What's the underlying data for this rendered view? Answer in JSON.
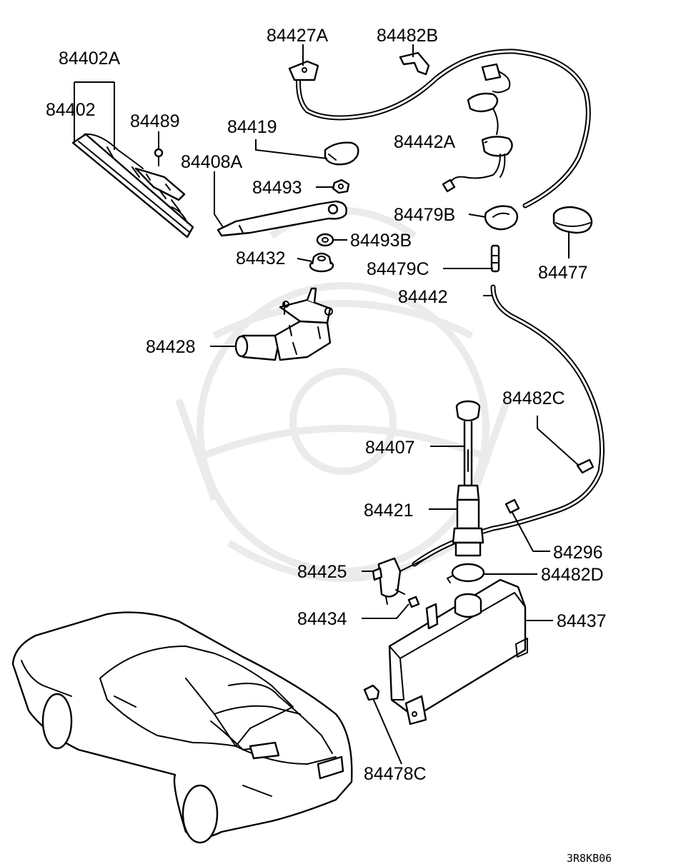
{
  "diagram": {
    "labels": {
      "p84402A": "84402A",
      "p84402": "84402",
      "p84489": "84489",
      "p84419": "84419",
      "p84408A": "84408A",
      "p84493": "84493",
      "p84493B": "84493B",
      "p84432": "84432",
      "p84427A": "84427A",
      "p84482B": "84482B",
      "p84442A": "84442A",
      "p84479B": "84479B",
      "p84479C": "84479C",
      "p84477": "84477",
      "p84442": "84442",
      "p84428": "84428",
      "p84482C": "84482C",
      "p84407": "84407",
      "p84421": "84421",
      "p84296": "84296",
      "p84425": "84425",
      "p84482D": "84482D",
      "p84434": "84434",
      "p84437": "84437",
      "p84478C": "84478C"
    },
    "code": "3R8KB06"
  }
}
